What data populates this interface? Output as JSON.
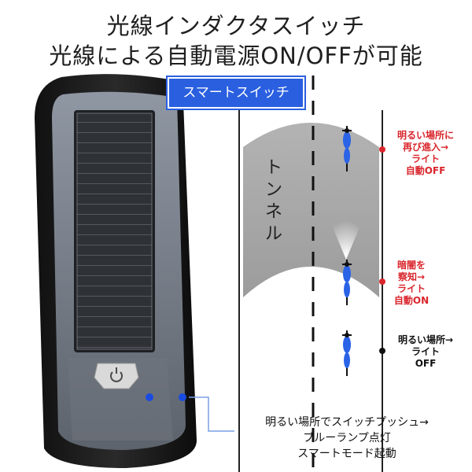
{
  "headline": {
    "line1": "光線インダクタスイッチ",
    "line2": "光線による自動電源ON/OFFが可能"
  },
  "badge": {
    "label": "スマートスイッチ"
  },
  "tunnel": {
    "label": "トンネル"
  },
  "notes": {
    "exit": [
      "明るい場所に",
      "再び進入→",
      "ライト",
      "自動OFF"
    ],
    "enter": [
      "暗闇を",
      "察知→",
      "ライト",
      "自動ON"
    ],
    "bright": [
      "明るい場所→",
      "ライト",
      "OFF"
    ]
  },
  "caption": {
    "lines": [
      "明るい場所でスイッチプッシュ→",
      "ブルーランプ点灯",
      "スマートモード起動"
    ]
  },
  "colors": {
    "accent_blue": "#2a5fe0",
    "status_red": "#d9262c",
    "tunnel_gray": "#a9a9a9"
  },
  "icons": [
    "power-icon",
    "bicycle-icon",
    "solar-panel",
    "light-sensor-dot"
  ]
}
